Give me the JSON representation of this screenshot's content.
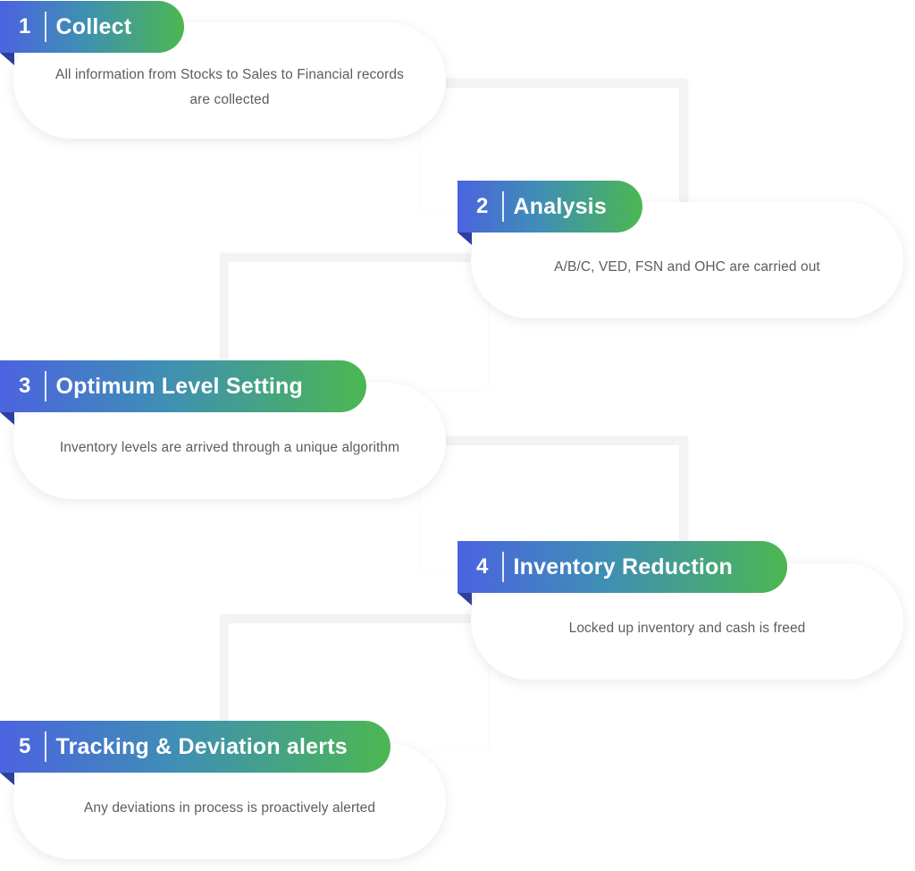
{
  "steps": [
    {
      "number": "1",
      "title": "Collect",
      "description": "All information from Stocks to Sales to Financial records are collected"
    },
    {
      "number": "2",
      "title": "Analysis",
      "description": "A/B/C, VED, FSN and OHC are carried out"
    },
    {
      "number": "3",
      "title": "Optimum Level Setting",
      "description": "Inventory levels are arrived through a unique algorithm"
    },
    {
      "number": "4",
      "title": "Inventory Reduction",
      "description": "Locked up inventory and cash is freed"
    },
    {
      "number": "5",
      "title": "Tracking & Deviation alerts",
      "description": "Any deviations in process is proactively alerted"
    }
  ],
  "colors": {
    "gradient_start": "#4b63e0",
    "gradient_end": "#4cb751",
    "fold": "#2d3f9e",
    "text": "#5d5d5d",
    "connector": "#f3f3f3"
  }
}
